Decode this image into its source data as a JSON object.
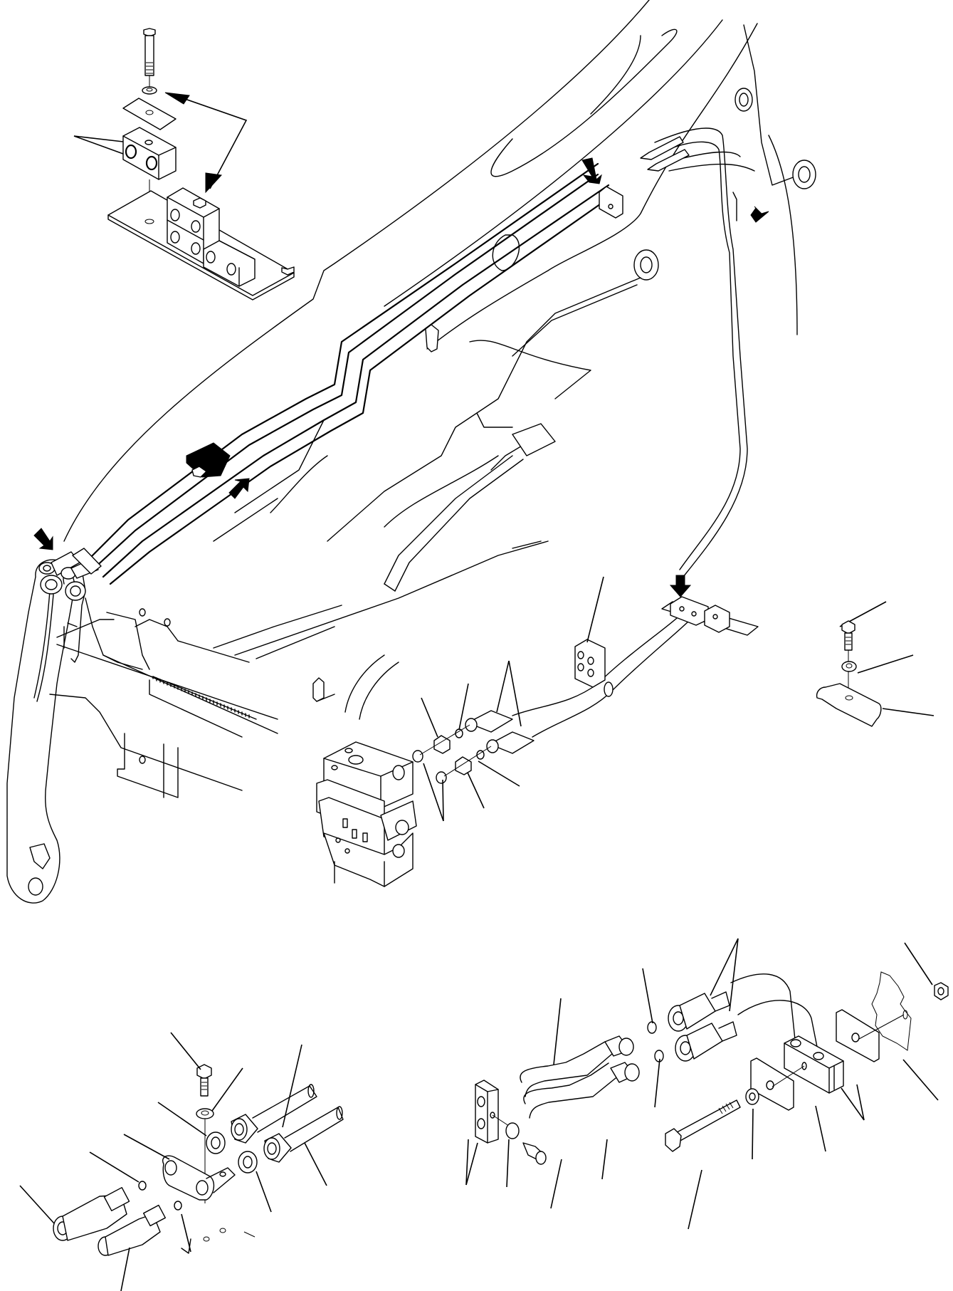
{
  "diagram": {
    "type": "exploded-parts-view",
    "colors": {
      "line": "#000000",
      "background": "#ffffff"
    },
    "views": [
      {
        "id": "clamp-detail-top-left",
        "parts": [
          "bolt",
          "washer",
          "plate",
          "clamp-block",
          "base-plate",
          "multi-clamp-stack"
        ]
      },
      {
        "id": "main-assembly",
        "parts": [
          "boom",
          "hydraulic-lines",
          "hose-clamps",
          "quick-couplers",
          "control-valve",
          "pipe-clamp-bracket"
        ]
      },
      {
        "id": "clip-detail-right",
        "parts": [
          "bolt",
          "washer",
          "clip"
        ]
      },
      {
        "id": "coupler-detail-bottom-left",
        "parts": [
          "quick-coupler-female",
          "quick-coupler-male",
          "o-ring",
          "bracket",
          "nut",
          "hose-fitting",
          "bolt",
          "washer"
        ]
      },
      {
        "id": "clamp-detail-bottom-right",
        "parts": [
          "clamp-block",
          "washer",
          "bolt",
          "pipes",
          "o-ring",
          "hose-fitting",
          "long-bolt",
          "plate",
          "nut"
        ]
      }
    ],
    "indicator_arrows": 6
  }
}
